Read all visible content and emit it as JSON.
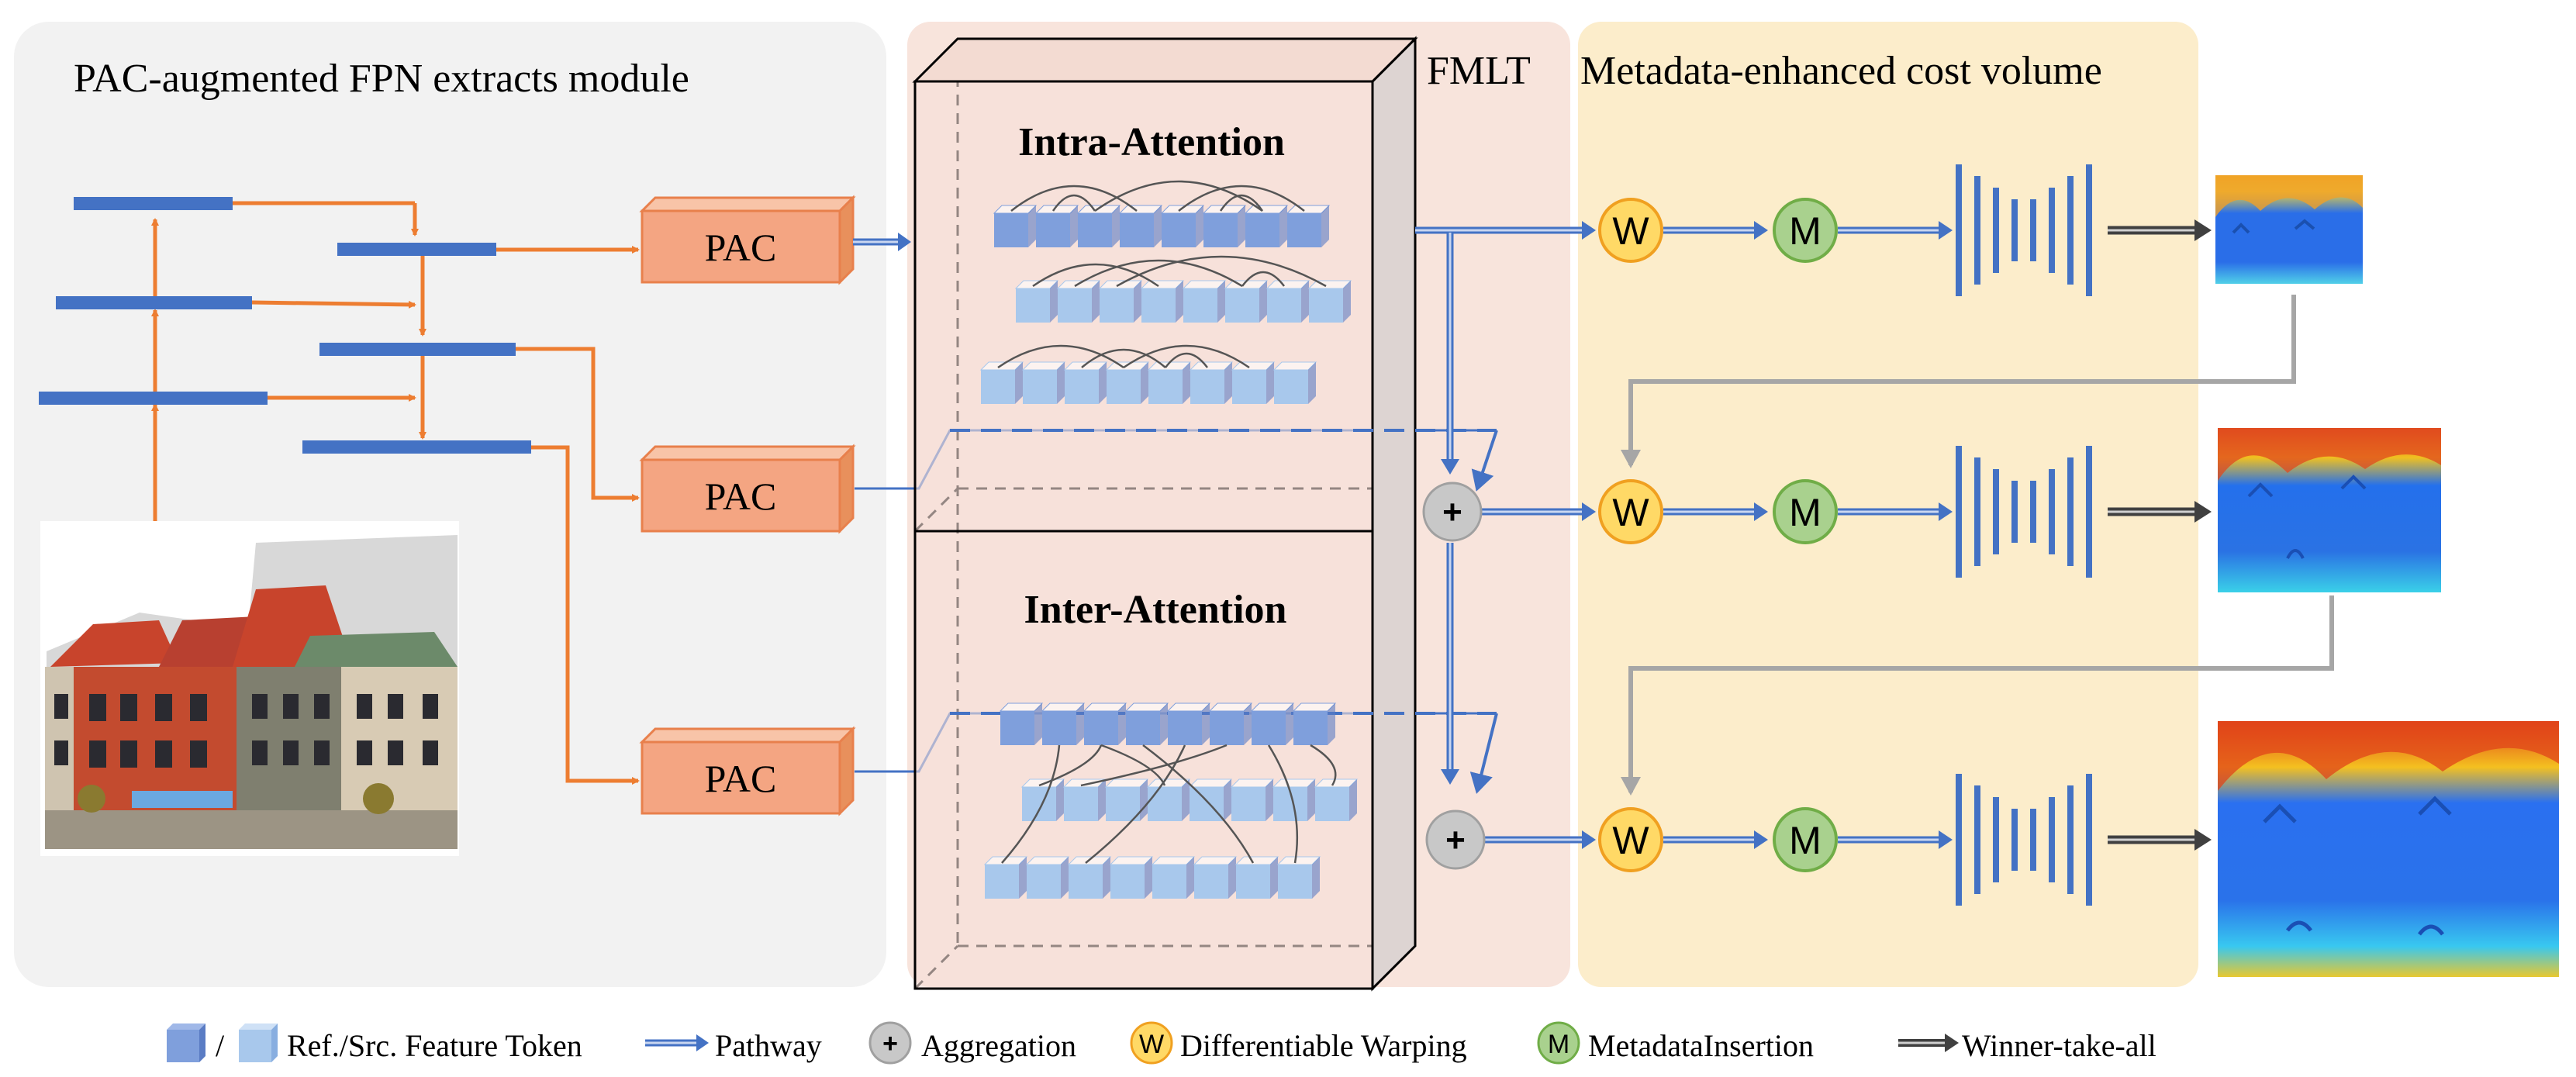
{
  "panels": {
    "fpn": {
      "title": "PAC-augmented FPN extracts module",
      "color": "#f2f2f2"
    },
    "fmlt": {
      "title": "FMLT",
      "color": "#f8e4dc"
    },
    "cost_volume": {
      "title": "Metadata-enhanced cost volume",
      "color": "#fcedcb"
    }
  },
  "pac_label": "PAC",
  "attention": {
    "intra": "Intra-Attention",
    "inter": "Inter-Attention"
  },
  "nodes": {
    "warp": "W",
    "meta": "M",
    "agg": "+"
  },
  "legend": {
    "token_separator": "/",
    "token": "Ref./Src. Feature Token",
    "pathway": "Pathway",
    "aggregation": "Aggregation",
    "warping": "Differentiable Warping",
    "metadata": "MetadataInsertion",
    "wta": "Winner-take-all"
  },
  "colors": {
    "orange_arrow": "#ed7d31",
    "feature_bar": "#4472c4",
    "pac_fill": "#f4a582",
    "token_ref": "#7f9fdc",
    "token_src": "#a8c8ec",
    "warp_fill": "#ffd966",
    "meta_fill": "#a9d18e",
    "agg_fill": "#c8c8c8"
  }
}
